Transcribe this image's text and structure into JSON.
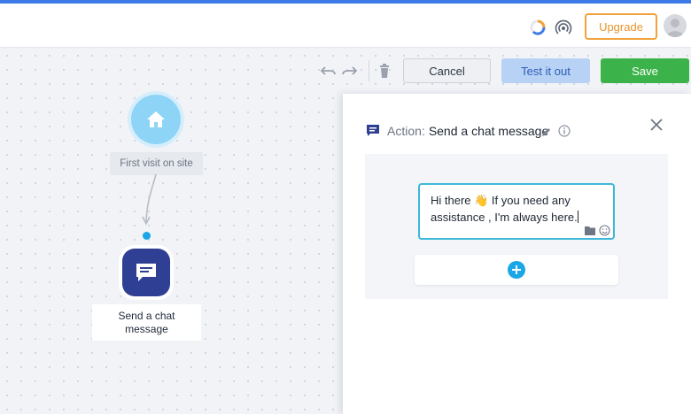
{
  "header": {
    "upgrade_label": "Upgrade",
    "icons": [
      "loading-ring-icon",
      "broadcast-icon",
      "avatar"
    ]
  },
  "toolbar": {
    "cancel_label": "Cancel",
    "test_label": "Test it out",
    "save_label": "Save",
    "icons": [
      "undo-icon",
      "redo-icon",
      "trash-icon"
    ]
  },
  "flow": {
    "trigger_label": "First visit on site",
    "action_label": "Send a chat message"
  },
  "panel": {
    "title_prefix": "Action:",
    "title_name": "Send a chat message",
    "message_line1": "Hi there 👋 If you need any",
    "message_line2": "assistance , I'm always here."
  },
  "colors": {
    "accent_blue": "#3d7be8",
    "upgrade_orange": "#f0a23c",
    "save_green": "#3cb34a",
    "test_blue": "#b8d2f6",
    "node_light_blue": "#8ed4f6",
    "node_dark_blue": "#2f3f93",
    "add_blue": "#19a7e8"
  }
}
